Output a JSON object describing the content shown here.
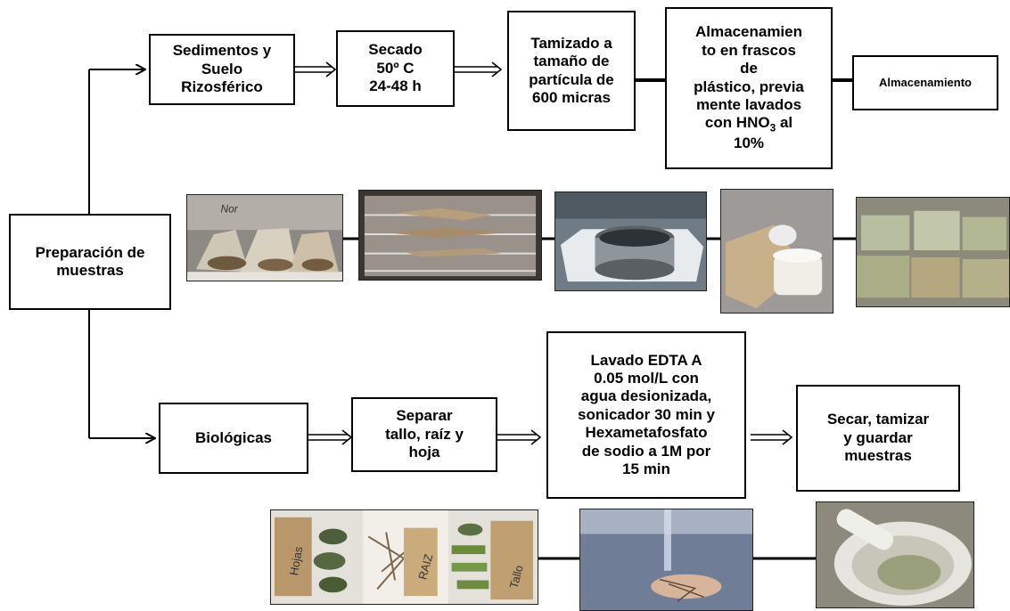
{
  "root": {
    "label": "Preparación de\nmuestras"
  },
  "top_row": {
    "s1": "Sedimentos y\nSuelo\nRizosférico",
    "s2": "Secado\n50º C\n24-48 h",
    "s3": "Tamizado a\ntamaño de\npartícula de\n600 micras",
    "s4_pre": "Almacenamien\nto en frascos\nde\nplástico, previa\nmente lavados\ncon HNO",
    "s4_sub": "3",
    "s4_post": " al\n10%",
    "s5": "Almacenamiento"
  },
  "bottom_row": {
    "b1": "Biológicas",
    "b2": "Separar\ntallo, raíz y\nhoja",
    "b3": "Lavado EDTA A\n0.05 mol/L con\nagua desionizada,\nsonicador 30 min y\nHexametafosfato\nde sodio a 1M por\n15 min",
    "b4": "Secar, tamizar\ny guardar\nmuestras"
  },
  "photo_labels": {
    "hojas": "Hojas",
    "raiz": "RAIZ",
    "tallo": "Tallo",
    "bag": "Nor"
  }
}
